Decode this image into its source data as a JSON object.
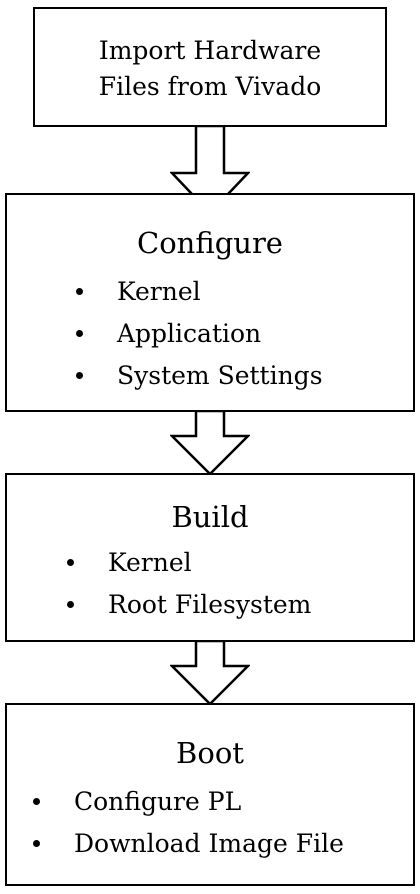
{
  "steps": [
    {
      "title_line1": "Import Hardware",
      "title_line2": "Files from Vivado",
      "bullets": []
    },
    {
      "title": "Configure",
      "bullets": [
        "Kernel",
        "Application",
        "System Settings"
      ]
    },
    {
      "title": "Build",
      "bullets": [
        "Kernel",
        "Root Filesystem"
      ]
    },
    {
      "title": "Boot",
      "bullets": [
        "Configure PL",
        "Download Image File"
      ]
    }
  ],
  "colors": {
    "stroke": "#000000",
    "background": "#ffffff",
    "arrow_fill": "#ffffff"
  },
  "icons": {
    "flow_arrow": "down-arrow-icon",
    "bullet": "bullet-icon"
  }
}
